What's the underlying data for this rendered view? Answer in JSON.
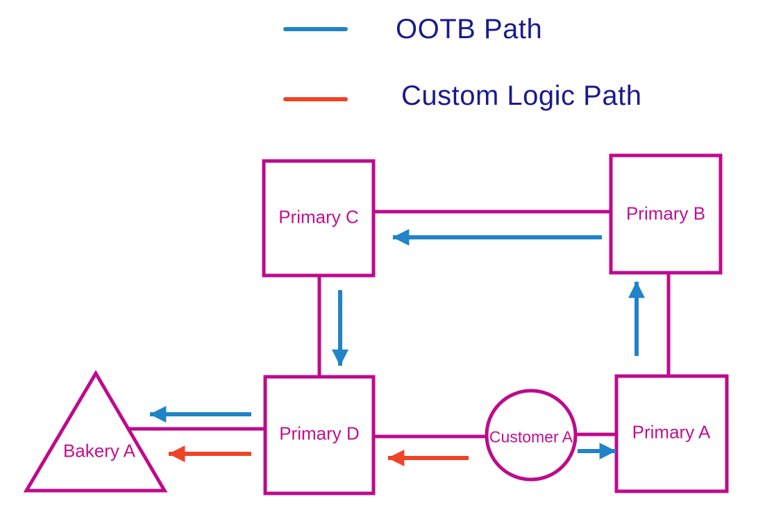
{
  "legend": {
    "items": [
      {
        "id": "ootb",
        "label": "OOTB Path",
        "color": "#2183C8"
      },
      {
        "id": "custom",
        "label": "Custom Logic Path",
        "color": "#EE4426"
      }
    ]
  },
  "nodes": {
    "primary_c": {
      "label": "Primary C",
      "shape": "rectangle"
    },
    "primary_b": {
      "label": "Primary B",
      "shape": "rectangle"
    },
    "primary_d": {
      "label": "Primary D",
      "shape": "rectangle"
    },
    "primary_a": {
      "label": "Primary A",
      "shape": "rectangle"
    },
    "customer_a": {
      "label": "Customer A",
      "shape": "circle"
    },
    "bakery_a": {
      "label": "Bakery A",
      "shape": "triangle"
    }
  },
  "edges": {
    "structural_connectors": [
      {
        "from": "Primary C",
        "to": "Primary B"
      },
      {
        "from": "Primary C",
        "to": "Primary D"
      },
      {
        "from": "Primary B",
        "to": "Primary A"
      },
      {
        "from": "Primary D",
        "to": "Customer A"
      },
      {
        "from": "Customer A",
        "to": "Primary A"
      },
      {
        "from": "Bakery A",
        "to": "Primary D"
      }
    ],
    "ootb_path_arrows": [
      {
        "from": "Primary B",
        "to": "Primary C",
        "direction": "left"
      },
      {
        "from": "Primary C",
        "to": "Primary D",
        "direction": "down"
      },
      {
        "from": "Primary A",
        "to": "Primary B",
        "direction": "up"
      },
      {
        "from": "Customer A",
        "to": "Primary A",
        "direction": "right"
      },
      {
        "from": "Primary D",
        "to": "Bakery A",
        "direction": "left"
      }
    ],
    "custom_logic_path_arrows": [
      {
        "from": "Customer A",
        "to": "Primary D",
        "direction": "left"
      },
      {
        "from": "Primary D",
        "to": "Bakery A",
        "direction": "left"
      }
    ]
  },
  "colors": {
    "shape_outline": "#BE0A8C",
    "shape_label": "#C0108E",
    "ootb_path": "#2183C8",
    "custom_logic_path": "#EE4426",
    "legend_text": "#1A1A8C",
    "background": "#FFFFFF"
  }
}
